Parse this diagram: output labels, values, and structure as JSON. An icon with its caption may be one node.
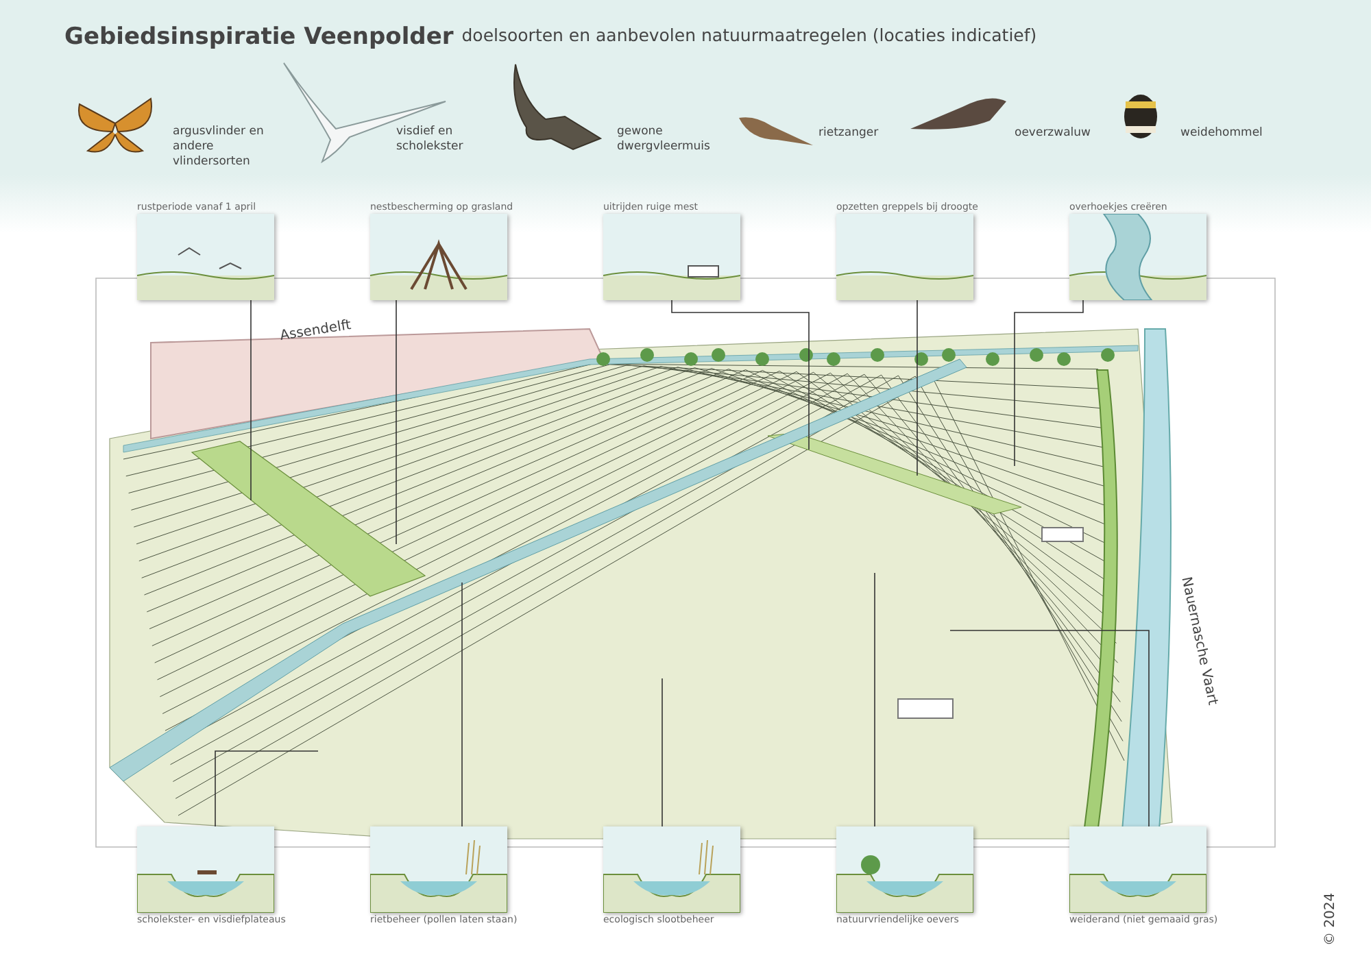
{
  "diagram": {
    "title": "Gebiedsinspiratie Veenpolder",
    "nodes": [
      {
        "text": [
          "rustperiode vanaf 1 april"
        ]
      },
      {
        "text": [
          "nestbescherming op grasland"
        ]
      },
      {
        "text": [
          "uitrijden ruige mest"
        ]
      },
      {
        "text": [
          "opzetten greppels bij droogte"
        ]
      },
      {
        "text": [
          "overhoekjes creëren"
        ]
      },
      {
        "text": [
          "scholekster- en visdiefplateaus"
        ]
      },
      {
        "text": [
          "rietbeheer (pollen laten staan)"
        ]
      },
      {
        "text": [
          "ecologisch slootbeheer"
        ]
      },
      {
        "text": [
          "natuurvriendelijke oevers"
        ]
      },
      {
        "text": [
          "weiderand (niet gemaaid gras)"
        ]
      }
    ],
    "edges": [
      {
        "from": 0,
        "to": null,
        "arrow": "none"
      },
      {
        "from": 1,
        "to": null,
        "arrow": "none"
      },
      {
        "from": 2,
        "to": null,
        "arrow": "none"
      },
      {
        "from": 3,
        "to": null,
        "arrow": "none"
      },
      {
        "from": 4,
        "to": null,
        "arrow": "none"
      },
      {
        "from": 5,
        "to": null,
        "arrow": "none"
      },
      {
        "from": 6,
        "to": null,
        "arrow": "none"
      },
      {
        "from": 7,
        "to": null,
        "arrow": "none"
      },
      {
        "from": 8,
        "to": null,
        "arrow": "none"
      },
      {
        "from": 9,
        "to": null,
        "arrow": "none"
      }
    ],
    "labels": [
      "doelsoorten en aanbevolen natuurmaatregelen (locaties indicatief)",
      "argusvlinder en andere vlindersorten",
      "visdief en scholekster",
      "gewone dwergvleermuis",
      "rietzanger",
      "oeverzwaluw",
      "weidehommel",
      "Assendelft",
      "Nauernasche Vaart",
      "© 2024"
    ]
  }
}
